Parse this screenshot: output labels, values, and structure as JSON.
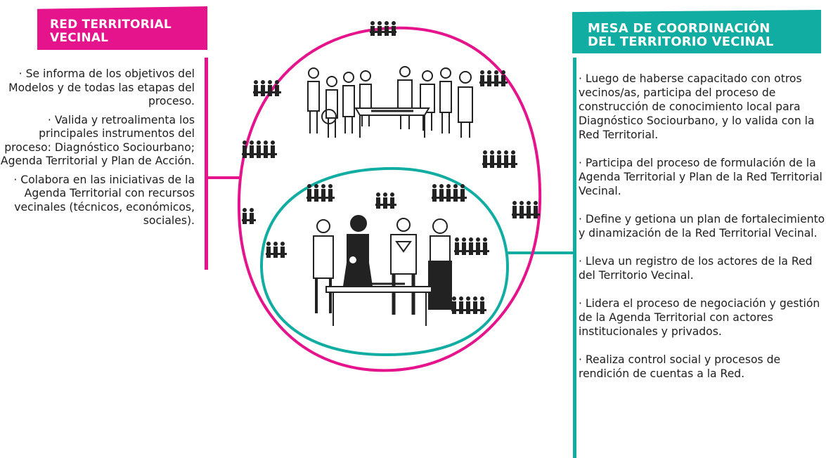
{
  "left_panel": {
    "title_line1": "RED TERRITORIAL",
    "title_line2": "VECINAL",
    "items": [
      "· Se informa de los objetivos del Modelos y de todas las etapas del proceso.",
      "· Valida y retroalimenta los principales instrumentos del proceso: Diagnóstico Sociourbano; Agenda Territorial y Plan de Acción.",
      "· Colabora en las iniciativas de la Agenda Territorial con recursos vecinales (técnicos, económicos, sociales)."
    ]
  },
  "right_panel": {
    "title_line1": "MESA DE COORDINACIÓN",
    "title_line2": "DEL TERRITORIO VECINAL",
    "items": [
      "· Luego de haberse capacitado con otros vecinos/as, participa del proceso de construcción de conocimiento local para Diagnóstico Sociourbano, y lo valida con la Red Territorial.",
      "· Participa del proceso de formulación de la Agenda Territorial y Plan de la Red Territorial Vecinal.",
      "· Define y getiona un plan de fortalecimiento y dinamización de la Red Territorial Vecinal.",
      "· Lleva un registro de los actores de la Red del Territorio Vecinal.",
      "· Lidera el proceso de negociación y gestión de la Agenda Territorial con actores institucionales y privados.",
      "· Realiza control social y procesos de rendición de cuentas a la Red."
    ]
  },
  "colors": {
    "magenta": "#e5138c",
    "teal": "#12ada2"
  },
  "icons": [
    "people-group-illustration",
    "meeting-table-illustration"
  ]
}
